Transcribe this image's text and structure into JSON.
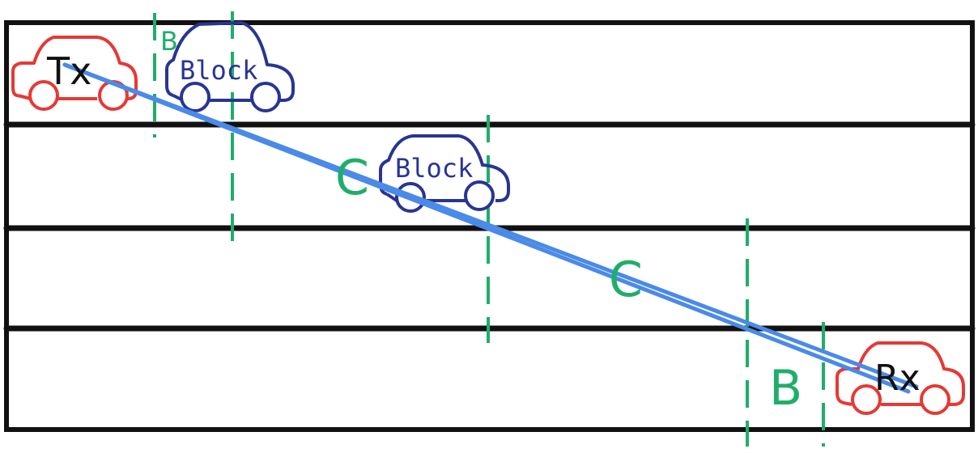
{
  "labels": {
    "tx": "Tx",
    "rx": "Rx",
    "block_top": "Block",
    "block_mid": "Block",
    "zone_b_top": "B",
    "zone_c_left": "C",
    "zone_c_right": "C",
    "zone_b_bottom": "B"
  },
  "colors": {
    "road": "#111111",
    "endpoint_car": "#e53935",
    "blocking_car": "#283593",
    "signal_path": "#4a8ae8",
    "zone_marker": "#1fae6a",
    "endpoint_text": "#111111"
  }
}
